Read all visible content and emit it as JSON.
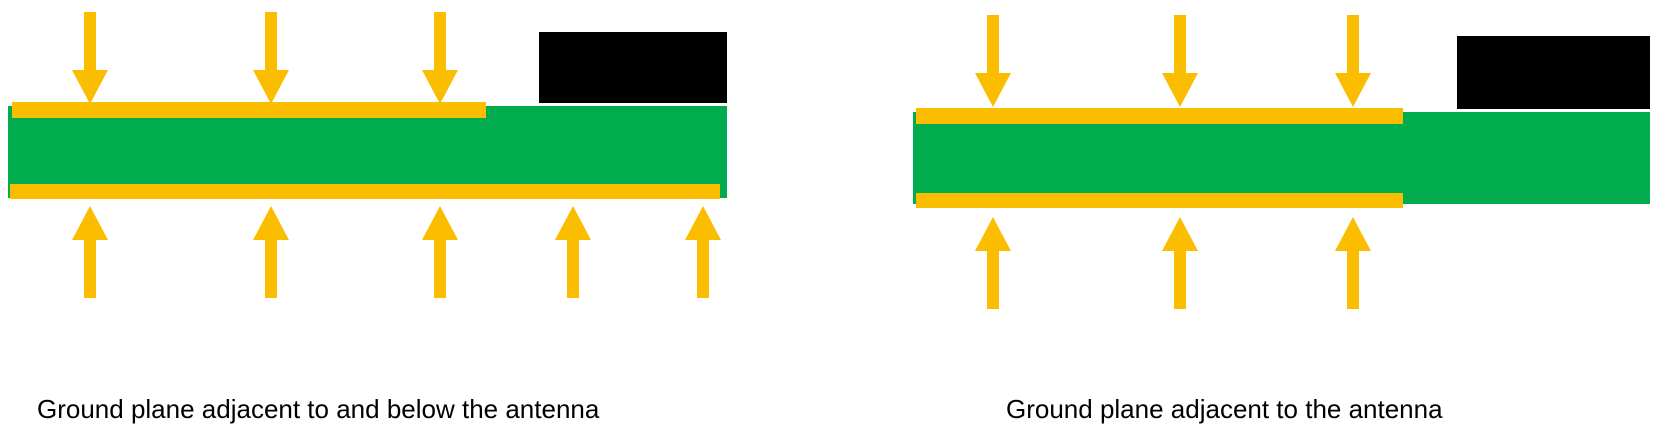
{
  "colors": {
    "board": "#00ac4e",
    "ground_plane": "#fbbd00",
    "antenna": "#000000",
    "arrow": "#fbbd00",
    "text": "#000000"
  },
  "panels": [
    {
      "name": "left",
      "caption": "Ground plane adjacent to and below the antenna",
      "top_arrow_count": 3,
      "bottom_arrow_count": 5,
      "ground_below_antenna": true
    },
    {
      "name": "right",
      "caption": "Ground plane adjacent to the antenna",
      "top_arrow_count": 3,
      "bottom_arrow_count": 3,
      "ground_below_antenna": false
    }
  ]
}
